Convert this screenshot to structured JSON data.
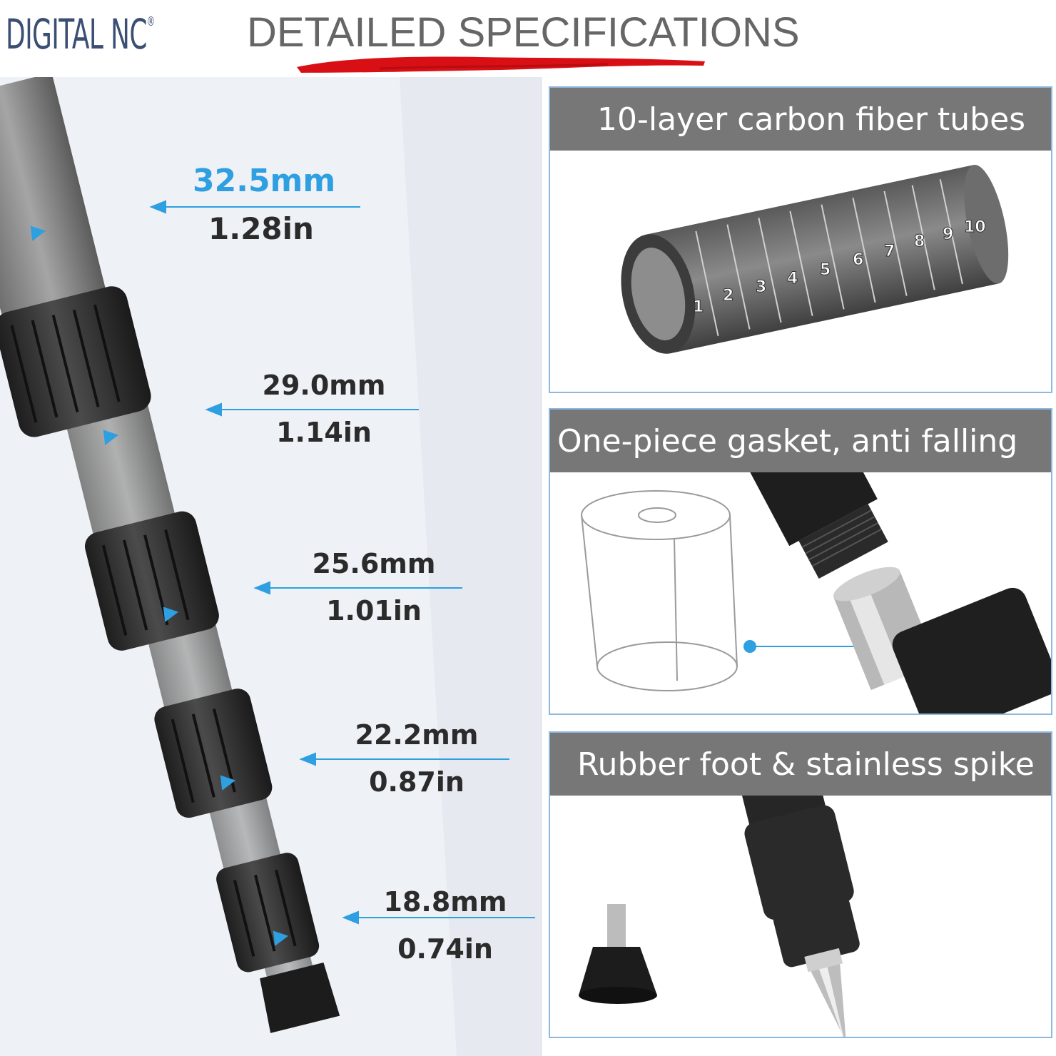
{
  "header": {
    "brand": "DIGITAL NC",
    "brand_mark": "®",
    "title": "DETAILED SPECIFICATIONS"
  },
  "measurements": [
    {
      "mm": "32.5mm",
      "inch": "1.28in",
      "highlight": true
    },
    {
      "mm": "29.0mm",
      "inch": "1.14in",
      "highlight": false
    },
    {
      "mm": "25.6mm",
      "inch": "1.01in",
      "highlight": false
    },
    {
      "mm": "22.2mm",
      "inch": "0.87in",
      "highlight": false
    },
    {
      "mm": "18.8mm",
      "inch": "0.74in",
      "highlight": false
    }
  ],
  "panels": [
    {
      "title": "10-layer carbon fiber tubes",
      "layers": [
        "1",
        "2",
        "3",
        "4",
        "5",
        "6",
        "7",
        "8",
        "9",
        "10"
      ]
    },
    {
      "title": "One-piece gasket, anti falling"
    },
    {
      "title": "Rubber foot & stainless spike"
    }
  ],
  "colors": {
    "accent_blue": "#2e9fe0",
    "header_gray": "#777777",
    "brush_red": "#d80f14",
    "brand_navy": "#3a4f73"
  }
}
